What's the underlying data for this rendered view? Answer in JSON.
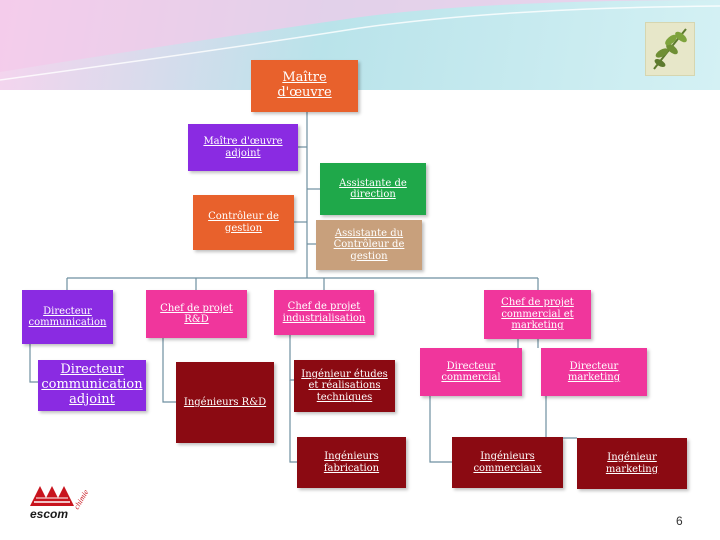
{
  "nodes": {
    "maitre_oeuvre": "Maître d'œuvre",
    "maitre_oeuvre_adjoint": "Maître d'œuvre adjoint",
    "assistante_direction": "Assistante de direction",
    "controleur_gestion": "Contrôleur de gestion",
    "assistante_controleur": "Assistante du Contrôleur de gestion",
    "directeur_communication": "Directeur communication",
    "chef_projet_rd": "Chef de projet R&D",
    "chef_projet_industrialisation": "Chef de projet industrialisation",
    "chef_projet_commercial": "Chef de projet commercial et marketing",
    "directeur_communication_adjoint": "Directeur communication adjoint",
    "ingenieurs_rd": "Ingénieurs R&D",
    "ingenieur_etudes": "Ingénieur études et réalisations techniques",
    "ingenieurs_fabrication": "Ingénieurs fabrication",
    "directeur_commercial": "Directeur commercial",
    "directeur_marketing": "Directeur marketing",
    "ingenieurs_commerciaux": "Ingénieurs commerciaux",
    "ingenieur_marketing": "Ingénieur marketing"
  },
  "logo": {
    "name": "escom",
    "tagline": "chimie"
  },
  "page_number": "6",
  "colors": {
    "orange": "#e8612c",
    "purple": "#8a2be2",
    "green": "#1fa84a",
    "tan": "#c8a07c",
    "magenta": "#f0369c",
    "dark_red": "#8b0a12",
    "logo_red": "#c8141e"
  },
  "icons": {
    "decoration": "leaf-icon"
  }
}
